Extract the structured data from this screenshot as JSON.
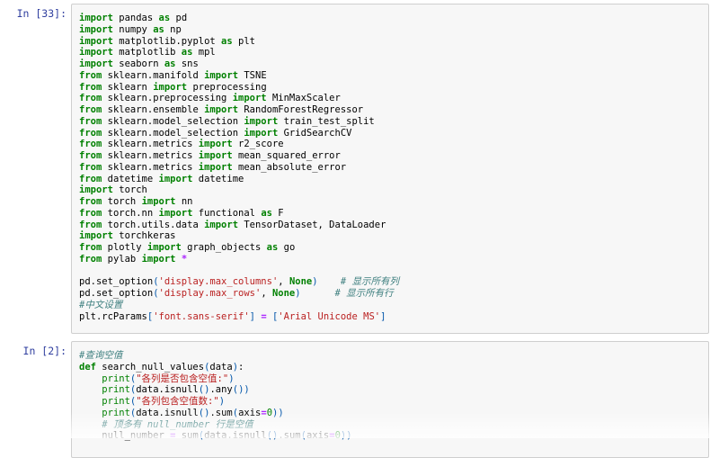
{
  "cells": [
    {
      "prompt": "In [33]:",
      "lines": [
        "import pandas as pd",
        "import numpy as np",
        "import matplotlib.pyplot as plt",
        "import matplotlib as mpl",
        "import seaborn as sns",
        "from sklearn.manifold import TSNE",
        "from sklearn import preprocessing",
        "from sklearn.preprocessing import MinMaxScaler",
        "from sklearn.ensemble import RandomForestRegressor",
        "from sklearn.model_selection import train_test_split",
        "from sklearn.model_selection import GridSearchCV",
        "from sklearn.metrics import r2_score",
        "from sklearn.metrics import mean_squared_error",
        "from sklearn.metrics import mean_absolute_error",
        "from datetime import datetime",
        "import torch",
        "from torch import nn",
        "from torch.nn import functional as F",
        "from torch.utils.data import TensorDataset, DataLoader",
        "import torchkeras",
        "from plotly import graph_objects as go",
        "from pylab import *",
        "",
        "pd.set_option('display.max_columns', None)    # 显示所有列",
        "pd.set_option('display.max_rows', None)      # 显示所有行",
        "#中文设置",
        "plt.rcParams['font.sans-serif'] = ['Arial Unicode MS']"
      ]
    },
    {
      "prompt": "In [2]:",
      "lines": [
        "#查询空值",
        "def search_null_values(data):",
        "    print(\"各列是否包含空值:\")",
        "    print(data.isnull().any())",
        "    print(\"各列包含空值数:\")",
        "    print(data.isnull().sum(axis=0))",
        "    # 顶多有 null_number 行是空值",
        "    null_number = sum(data.isnull().sum(axis=0))"
      ]
    }
  ]
}
